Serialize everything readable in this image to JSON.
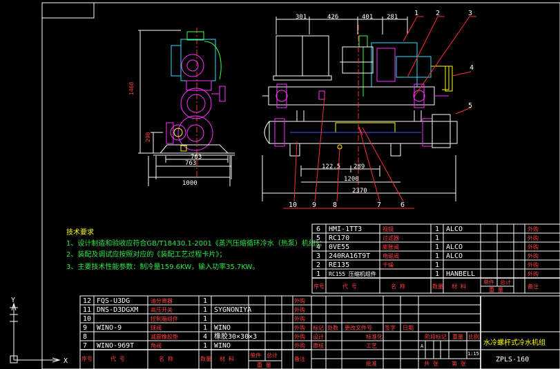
{
  "drawing": {
    "dims_top": [
      "301",
      "426",
      "401",
      "281"
    ],
    "dim_height": "1468",
    "dim_290": "290",
    "dim_763": "763",
    "dim_1000": "1000",
    "dims_bottom": [
      "122.5",
      "289",
      "1200",
      "2370"
    ],
    "leaders": [
      "1",
      "2",
      "3",
      "4",
      "5",
      "6",
      "7",
      "8",
      "9",
      "10"
    ]
  },
  "notes": {
    "title": "技术要求",
    "lines": [
      "1、设计制造和验收应符合GB/T18430.1-2001《蒸汽压缩循环冷水（热泵）机组》；",
      "2、装配及调试应按照对应的《装配工艺过程卡片》；",
      "3、主要技术性能参数：制冷量159.6KW，输入功率35.7KW。"
    ]
  },
  "bom_right": {
    "rows": [
      {
        "no": "6",
        "code": "HMI-1TT3",
        "name": "视镜",
        "qty": "1",
        "mat": "ALCO",
        "note": "外购"
      },
      {
        "no": "5",
        "code": "RC170",
        "name": "过滤器",
        "qty": "1",
        "mat": "",
        "note": "外购"
      },
      {
        "no": "4",
        "code": "0VE55",
        "name": "膨胀阀",
        "qty": "1",
        "mat": "ALCO",
        "note": "外购"
      },
      {
        "no": "3",
        "code": "240RA16T9T",
        "name": "电磁阀",
        "qty": "1",
        "mat": "ALCO",
        "note": "外购"
      },
      {
        "no": "2",
        "code": "RE135",
        "name": "干燥",
        "qty": "1",
        "mat": "",
        "note": "外购"
      },
      {
        "no": "1",
        "code": "RC155 压缩机组件",
        "name": "",
        "qty": "1",
        "mat": "HANBELL",
        "note": "外购"
      }
    ],
    "header": {
      "no": "序号",
      "code": "代  号",
      "name": "名   称",
      "qty": "数量",
      "mat": "材  料",
      "single": "单件",
      "total": "总计",
      "weight": "重  量",
      "note": "备注"
    }
  },
  "bom_left": {
    "rows": [
      {
        "no": "12",
        "code": "FQS-U3DG",
        "name": "油分离器",
        "qty": "1",
        "mat": "",
        "note": "外购"
      },
      {
        "no": "11",
        "code": "DNS-D3DGXM",
        "name": "高压开关",
        "qty": "1",
        "mat": "SYGNONIYA",
        "note": "外购"
      },
      {
        "no": "10",
        "code": "",
        "name": "控制箱组件",
        "qty": "1",
        "mat": "",
        "note": "外购"
      },
      {
        "no": "9",
        "code": "WINO-9",
        "name": "球阀",
        "qty": "1",
        "mat": "WINO",
        "note": "外购"
      },
      {
        "no": "8",
        "code": "",
        "name": "减震橡胶垫",
        "qty": "4",
        "mat": "橡胶30×30×3",
        "note": "外购"
      },
      {
        "no": "7",
        "code": "WINO-969T",
        "name": "角阀",
        "qty": "1",
        "mat": "WINO",
        "note": "外购"
      }
    ],
    "header": {
      "no": "序号",
      "code": "代  号",
      "name": "名   称",
      "qty": "数量",
      "mat": "材  料",
      "single": "单件",
      "total": "总计",
      "weight": "重  量",
      "note": "备注"
    }
  },
  "title_block": {
    "name": "水冷螺杆式冷水机组",
    "code": "ZPLS-160",
    "labels": [
      "标记",
      "处数",
      "更改文件号",
      "签字",
      "日期",
      "设计",
      "标准化",
      "审核",
      "工艺",
      "批准"
    ],
    "right_labels": [
      "阶段标记",
      "重量",
      "比例",
      "共  张",
      "第  张"
    ],
    "scale": "1:15",
    "stage": "A"
  },
  "ucs": {
    "x": "X",
    "y": "Y"
  }
}
